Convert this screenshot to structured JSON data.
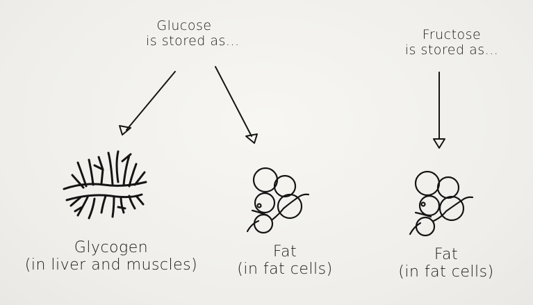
{
  "glucose": {
    "line1": "Glucose",
    "line2": "is stored as..."
  },
  "fructose": {
    "line1": "Fructose",
    "line2": "is stored as..."
  },
  "glycogen": {
    "line1": "Glycogen",
    "line2": "(in liver and muscles)"
  },
  "fat_left": {
    "line1": "Fat",
    "line2": "(in fat cells)"
  },
  "fat_right": {
    "line1": "Fat",
    "line2": "(in fat cells)"
  }
}
